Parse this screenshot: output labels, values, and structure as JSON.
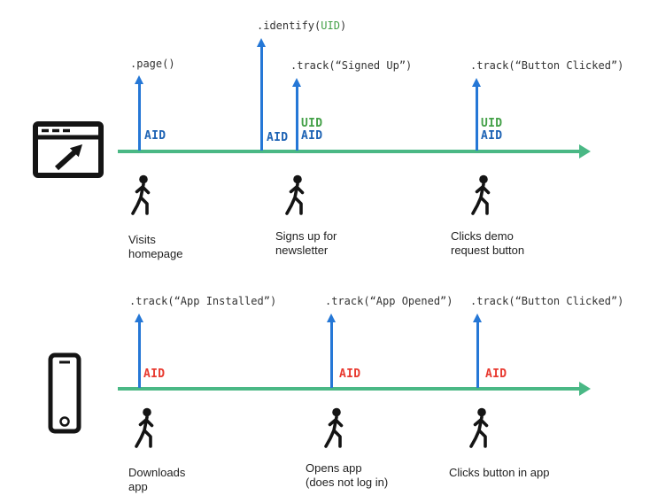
{
  "colors": {
    "timeline_green": "#4ab885",
    "event_arrow_blue": "#2577d6",
    "aid_blue": "#1e63b4",
    "uid_green": "#43a047",
    "aid_red": "#e8392f",
    "code_text": "#333333",
    "icon_black": "#141414"
  },
  "web": {
    "device": "browser",
    "events": [
      {
        "code": ".page()",
        "aid": "AID"
      },
      {
        "code_prefix": ".identify(",
        "code_arg": "UID",
        "code_suffix": ")",
        "aid": "AID"
      },
      {
        "code": ".track(“Signed Up”)",
        "uid": "UID",
        "aid": "AID"
      },
      {
        "code": ".track(“Button Clicked”)",
        "uid": "UID",
        "aid": "AID"
      }
    ],
    "actors": [
      {
        "line1": "Visits",
        "line2": "homepage"
      },
      {
        "line1": "Signs up for",
        "line2": "newsletter"
      },
      {
        "line1": "Clicks demo",
        "line2": "request button"
      }
    ]
  },
  "mobile": {
    "device": "phone",
    "events": [
      {
        "code": ".track(“App Installed”)",
        "aid": "AID"
      },
      {
        "code": ".track(“App Opened”)",
        "aid": "AID"
      },
      {
        "code": ".track(“Button Clicked”)",
        "aid": "AID"
      }
    ],
    "actors": [
      {
        "line1": "Downloads",
        "line2": "app"
      },
      {
        "line1": "Opens app",
        "line2": "(does not log in)"
      },
      {
        "line1": "Clicks button in app",
        "line2": ""
      }
    ]
  }
}
